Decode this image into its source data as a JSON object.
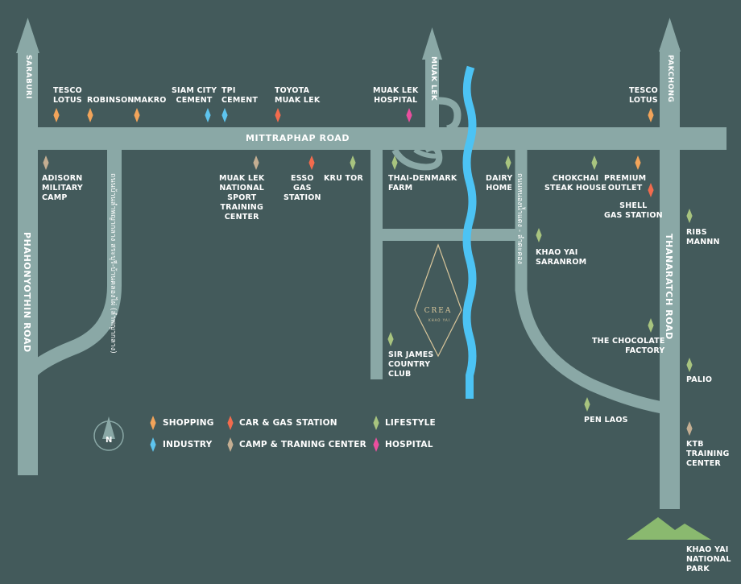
{
  "colors": {
    "background": "#435a5b",
    "road": "#8aa8a6",
    "river": "#4cc3f4",
    "shopping": "#f2a45a",
    "car_gas": "#f26b4d",
    "lifestyle": "#a8c47f",
    "industry": "#5ec4ee",
    "camp": "#c4ae92",
    "hospital": "#ea4f9e",
    "mountain": "#8ab96f",
    "brand": "#d8c59a"
  },
  "roads": {
    "mittraphap": "MITTRAPHAP ROAD",
    "phahonyothin": "PHAHONYOTHIN ROAD",
    "thanaratch": "THANARATCH ROAD",
    "saraburi": "SARABURI",
    "muak_lek": "MUAK LEK",
    "pakchong": "PAKCHONG",
    "thai_left": "ถนนบ้านลำพญากลาง สระบุรี-บ้านคลองไผ่ (ลำพญากลาง)",
    "thai_right": "ถนนหนองน้ำแดง - ลำตะคอง"
  },
  "places": {
    "tesco_lotus_left": "TESCO\nLOTUS",
    "robinson": "ROBINSON",
    "makro": "MAKRO",
    "siam_city_cement": "SIAM CITY\nCEMENT",
    "tpi_cement": "TPI\nCEMENT",
    "toyota_muak_lek": "TOYOTA\nMUAK LEK",
    "muak_lek_hospital": "MUAK LEK\nHOSPITAL",
    "tesco_lotus_right": "TESCO\nLOTUS",
    "adisorn": "ADISORN\nMILITARY\nCAMP",
    "muak_lek_sport": "MUAK LEK\nNATIONAL\nSPORT\nTRAINING\nCENTER",
    "esso": "ESSO\nGAS\nSTATION",
    "kru_tor": "KRU TOR",
    "thai_denmark": "THAI-DENMARK\nFARM",
    "dairy_home": "DAIRY\nHOME",
    "chokchai": "CHOKCHAI\nSTEAK HOUSE",
    "premium_outlet": "PREMIUM\nOUTLET",
    "shell": "SHELL\nGAS STATION",
    "ribs_mannn": "RIBS\nMANNN",
    "khao_yai_saranrom": "KHAO YAI\nSARANROM",
    "sir_james": "SIR JAMES\nCOUNTRY\nCLUB",
    "chocolate_factory": "THE CHOCOLATE\nFACTORY",
    "palio": "PALIO",
    "pen_laos": "PEN LAOS",
    "ktb": "KTB\nTRAINING\nCENTER",
    "khao_yai_park": "KHAO YAI\nNATIONAL\nPARK"
  },
  "brand": {
    "name": "CREA",
    "sub": "KHAO YAI"
  },
  "compass": "N",
  "legend": {
    "shopping": "SHOPPING",
    "car_gas": "CAR & GAS STATION",
    "lifestyle": "LIFESTYLE",
    "industry": "INDUSTRY",
    "camp": "CAMP & TRANING CENTER",
    "hospital": "HOSPITAL"
  }
}
